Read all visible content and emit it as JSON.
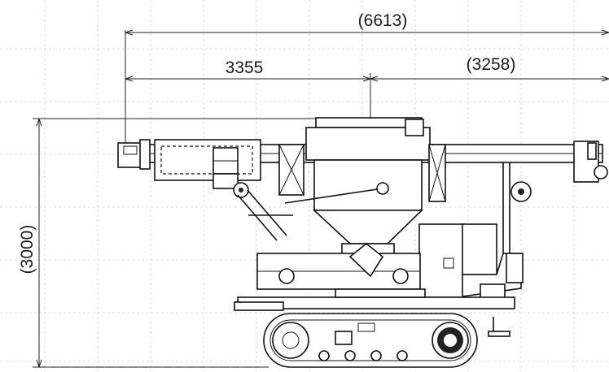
{
  "dimensions": {
    "overall_length": "(6613)",
    "front_length": "3355",
    "rear_length": "(3258)",
    "overall_height": "(3000)"
  },
  "colors": {
    "line": "#111111",
    "grid": "#d6d6d6",
    "background": "#ffffff"
  }
}
